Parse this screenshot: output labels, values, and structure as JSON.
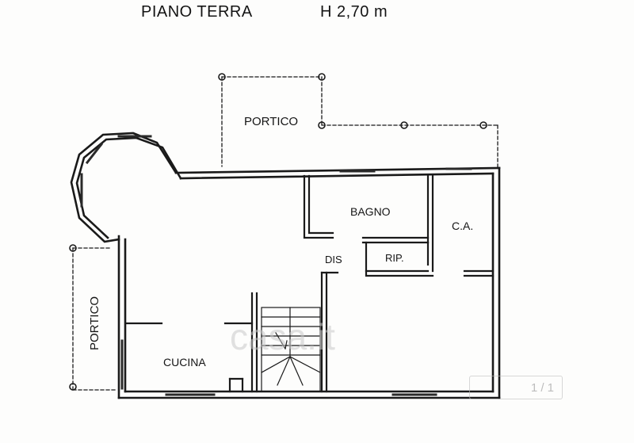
{
  "title": "PIANO TERRA",
  "height_label": "H 2,70 m",
  "rooms": {
    "portico_top": "PORTICO",
    "portico_left": "PORTICO",
    "bagno": "BAGNO",
    "ca": "C.A.",
    "dis": "DIS",
    "rip": "RIP.",
    "cucina": "CUCINA"
  },
  "watermark": "casa.it",
  "pager": "1 / 1"
}
